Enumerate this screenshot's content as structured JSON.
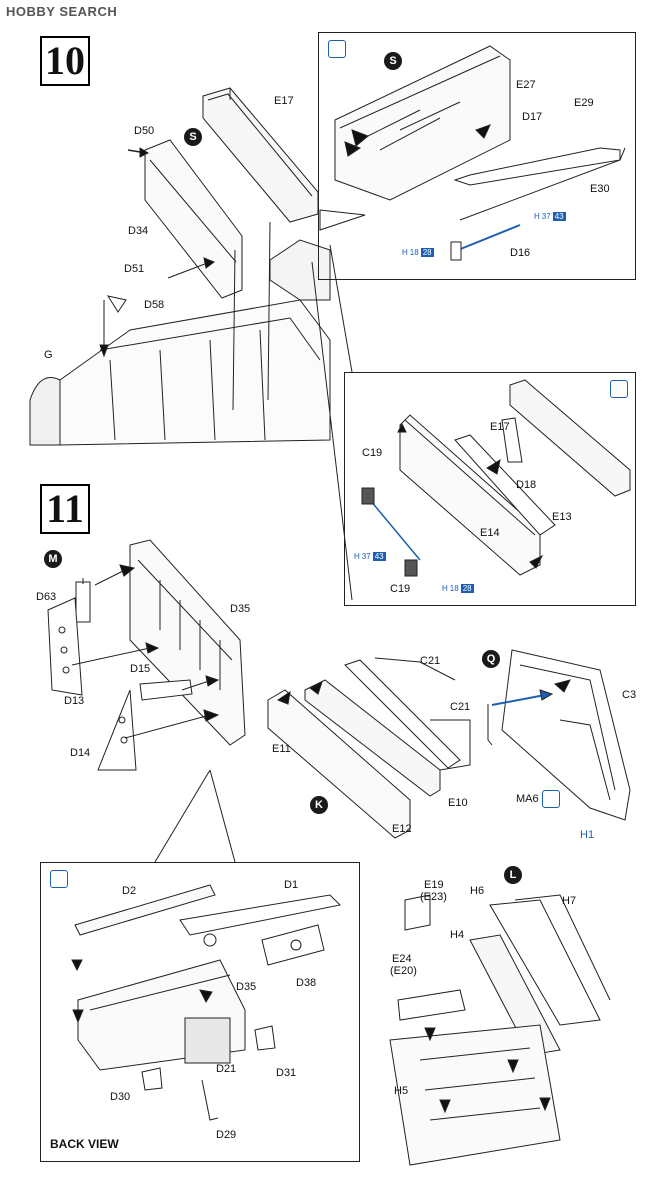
{
  "watermark": "HOBBY SEARCH",
  "steps": [
    "10",
    "11"
  ],
  "step10": {
    "badge_s": "S",
    "labels": {
      "d50": "D50",
      "e17": "E17",
      "d34": "D34",
      "d51": "D51",
      "d58": "D58",
      "g": "G"
    },
    "inset_top": {
      "badge": "S",
      "labels": {
        "e27": "E27",
        "e29": "E29",
        "d17": "D17",
        "e30": "E30",
        "d16": "D16"
      },
      "hcodes": [
        {
          "h": "H",
          "a": "37",
          "b": "43"
        },
        {
          "h": "H",
          "a": "18",
          "b": "28"
        }
      ]
    },
    "inset_bottom": {
      "labels": {
        "e17": "E17",
        "c19a": "C19",
        "d18": "D18",
        "e13": "E13",
        "e14": "E14",
        "c19b": "C19"
      },
      "hcodes": [
        {
          "h": "H",
          "a": "37",
          "b": "43"
        },
        {
          "h": "H",
          "a": "18",
          "b": "28"
        }
      ]
    }
  },
  "step11": {
    "badges": {
      "m": "M",
      "k": "K",
      "q": "Q",
      "l": "L"
    },
    "labels": {
      "d63": "D63",
      "d35": "D35",
      "d13": "D13",
      "d15": "D15",
      "d14": "D14",
      "c21a": "C21",
      "c21b": "C21",
      "e11": "E11",
      "e10": "E10",
      "e12": "E12",
      "c3": "C3",
      "ma6": "MA6",
      "h1": "H1",
      "e19": "E19",
      "e23": "(E23)",
      "h6": "H6",
      "h7": "H7",
      "h4": "H4",
      "e24": "E24",
      "e20": "(E20)",
      "h5": "H5"
    },
    "inset": {
      "labels": {
        "d2": "D2",
        "d1": "D1",
        "d35": "D35",
        "d38": "D38",
        "d21": "D21",
        "d31": "D31",
        "d30": "D30",
        "d29": "D29"
      },
      "caption": "BACK VIEW"
    }
  }
}
